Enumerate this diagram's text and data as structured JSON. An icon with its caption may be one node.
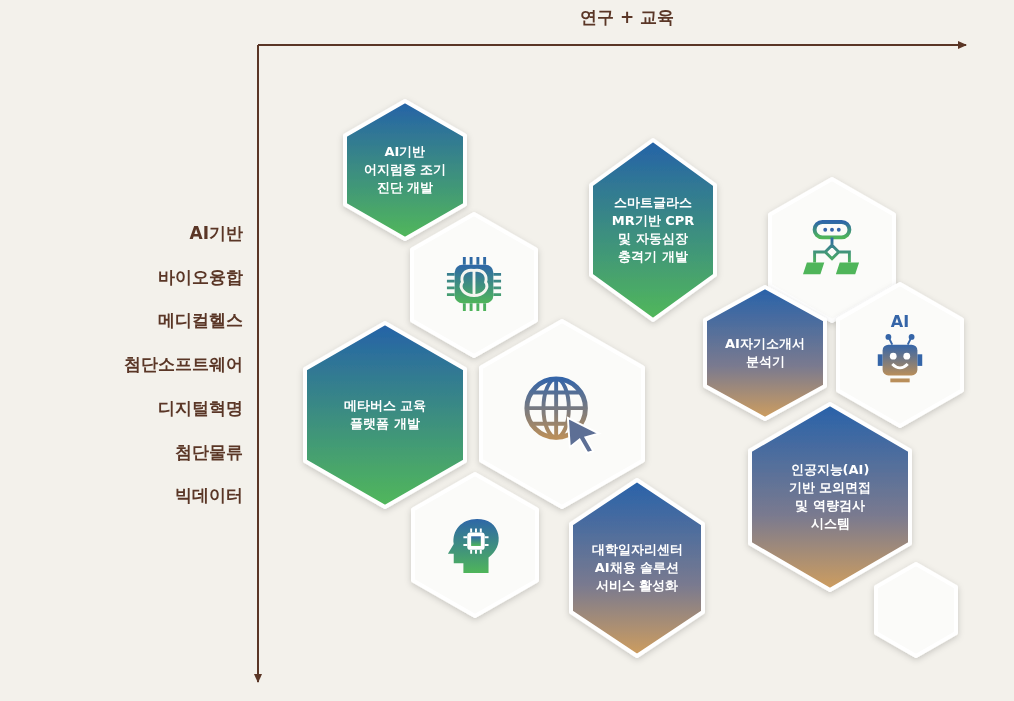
{
  "diagram": {
    "nodes": [
      {
        "text": [
          "AI기반 어지럼증 조기 진단 개발"
        ]
      },
      {
        "text": [
          "스마트글라스 MR기반 CPR 및 자동심장 충격기 개발"
        ]
      },
      {
        "text": [],
        "shape": "hexagon"
      },
      {
        "text": [],
        "shape": "hexagon"
      },
      {
        "text": [
          "AI자기소개서 분석기"
        ]
      },
      {
        "text": [
          "AI"
        ]
      },
      {
        "text": [
          "메타버스 교육 플랫폼 개발"
        ]
      },
      {
        "text": [],
        "shape": "hexagon"
      },
      {
        "text": [
          "인공지능(AI) 기반 모의면접 및 역량검사 시스템"
        ]
      },
      {
        "text": [],
        "shape": "hexagon"
      },
      {
        "text": [
          "대학일자리센터 AI채용 솔루션 서비스 활성화"
        ]
      },
      {
        "text": [],
        "shape": "hexagon"
      }
    ],
    "labels": [
      "연구 + 교육",
      "AI기반",
      "바이오융합",
      "메디컬헬스",
      "첨단소프트웨어",
      "디지털혁명",
      "첨단물류",
      "빅데이터"
    ]
  }
}
